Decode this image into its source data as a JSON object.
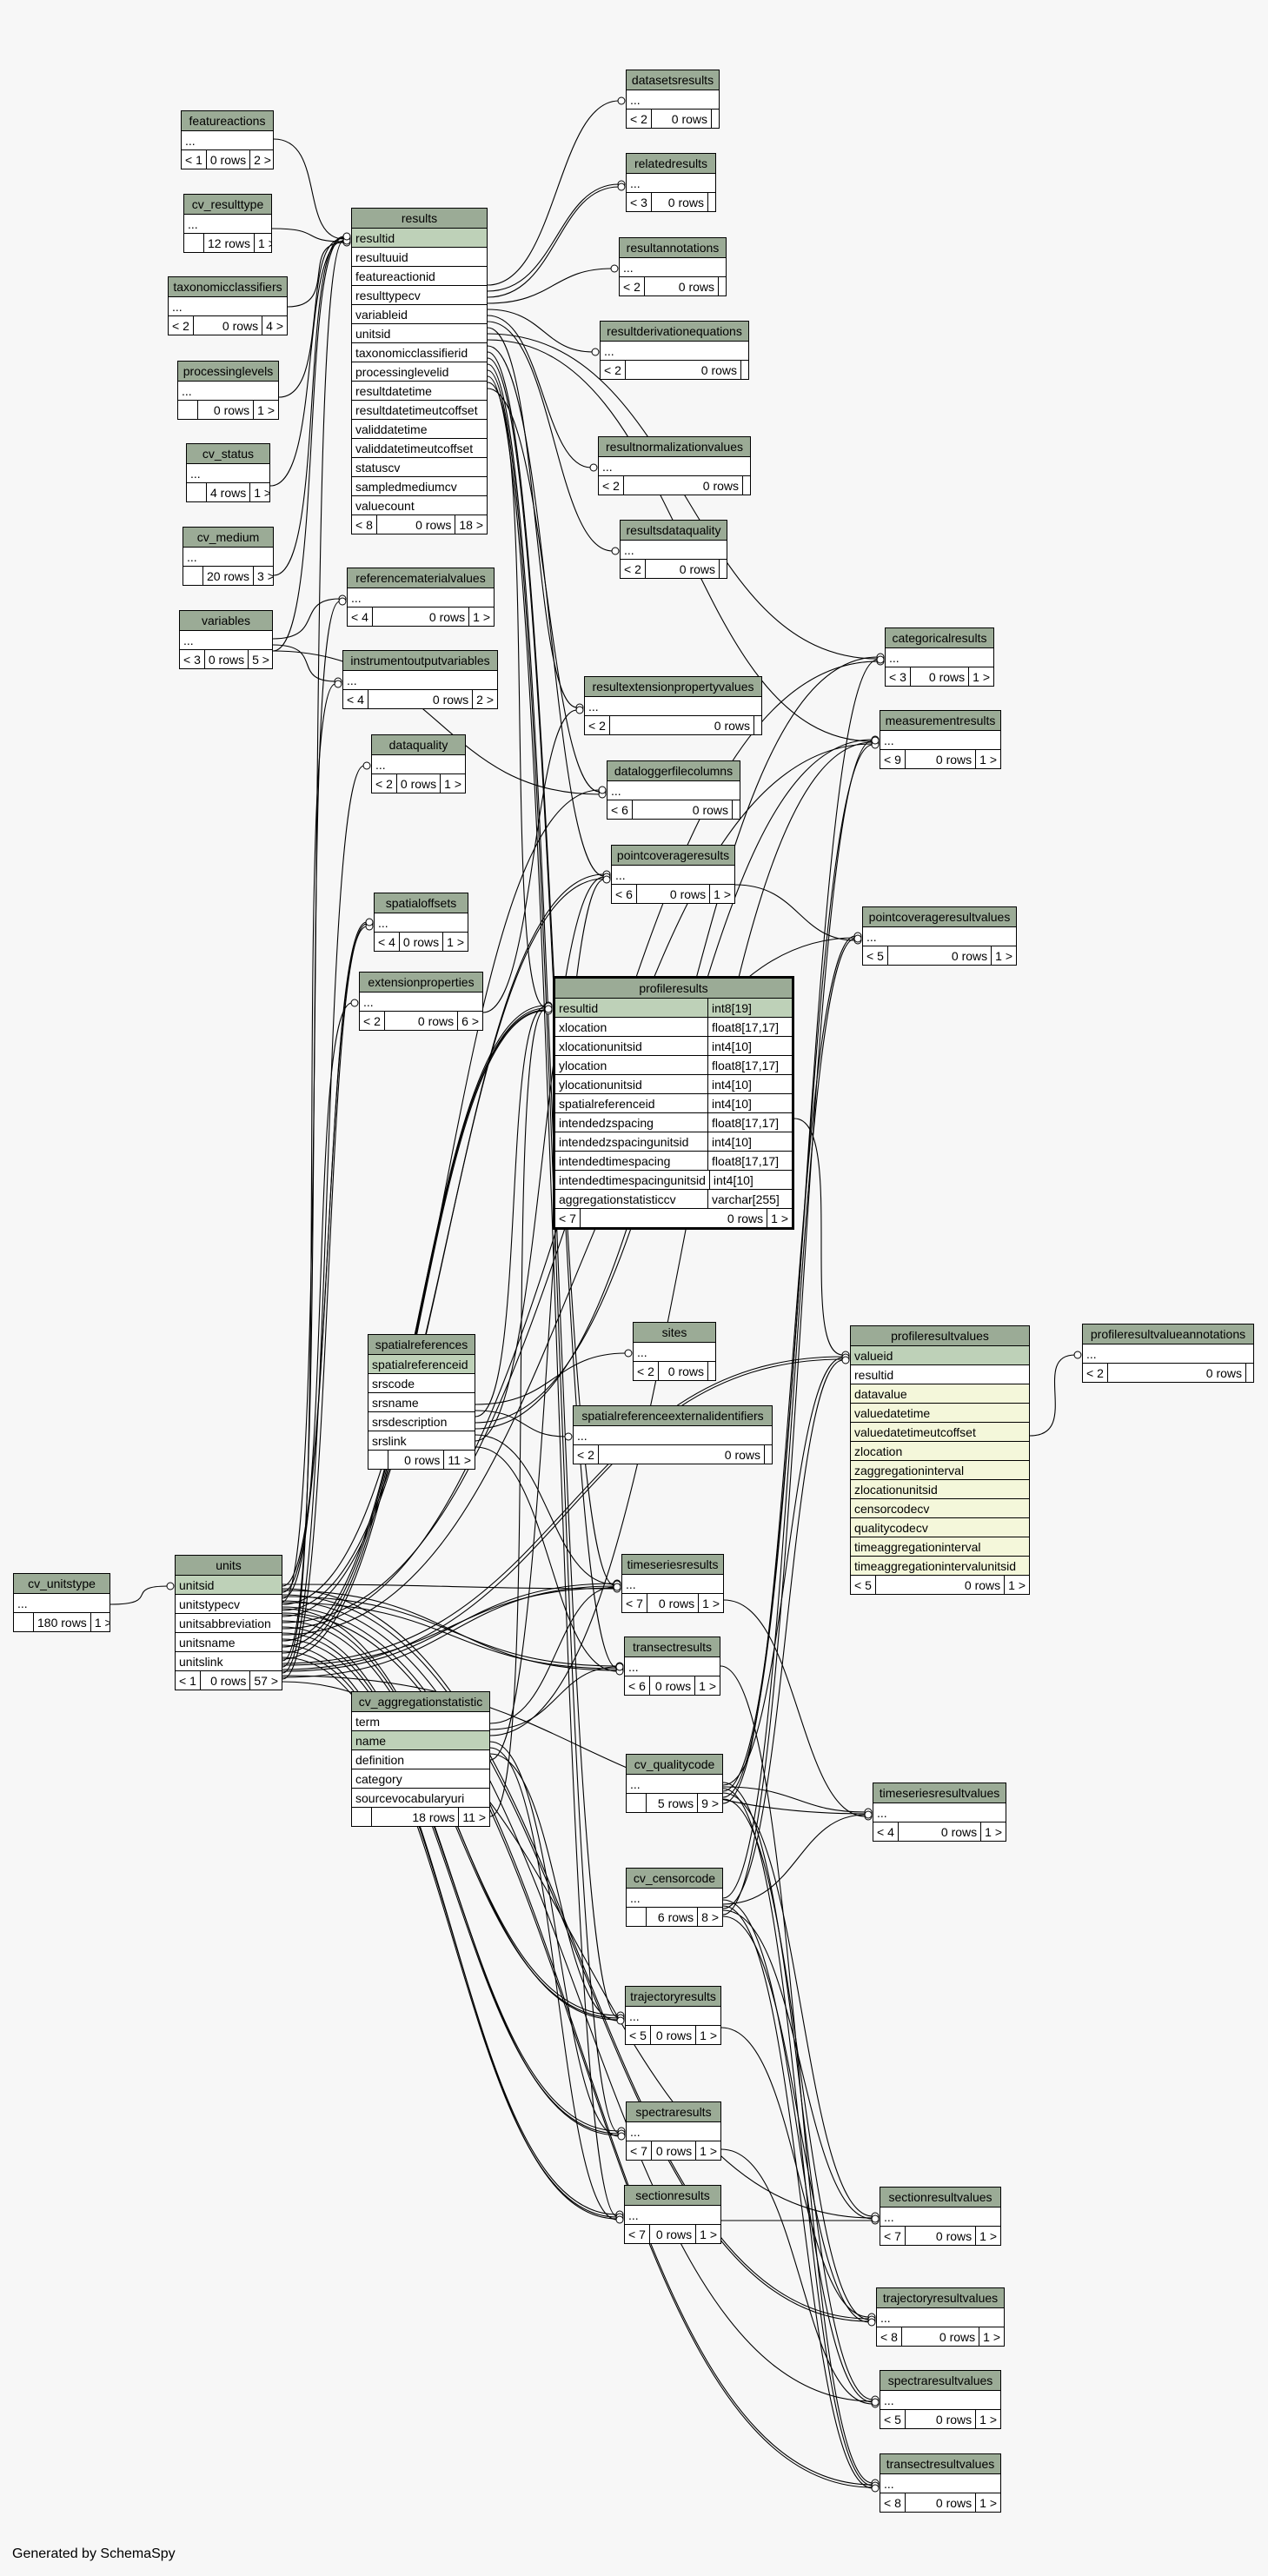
{
  "generator": "Generated by SchemaSpy",
  "tables": [
    {
      "id": "featureactions",
      "name": "featureactions",
      "rows": [
        "..."
      ],
      "footer": [
        "< 1",
        "0 rows",
        "2 >"
      ]
    },
    {
      "id": "cv_resulttype",
      "name": "cv_resulttype",
      "rows": [
        "..."
      ],
      "footer": [
        "",
        "12 rows",
        "1 >"
      ]
    },
    {
      "id": "taxonomicclassifiers",
      "name": "taxonomicclassifiers",
      "rows": [
        "..."
      ],
      "footer": [
        "< 2",
        "0 rows",
        "4 >"
      ]
    },
    {
      "id": "processinglevels",
      "name": "processinglevels",
      "rows": [
        "..."
      ],
      "footer": [
        "",
        "0 rows",
        "1 >"
      ]
    },
    {
      "id": "cv_status",
      "name": "cv_status",
      "rows": [
        "..."
      ],
      "footer": [
        "",
        "4 rows",
        "1 >"
      ]
    },
    {
      "id": "cv_medium",
      "name": "cv_medium",
      "rows": [
        "..."
      ],
      "footer": [
        "",
        "20 rows",
        "3 >"
      ]
    },
    {
      "id": "variables",
      "name": "variables",
      "rows": [
        "..."
      ],
      "footer": [
        "< 3",
        "0 rows",
        "5 >"
      ]
    },
    {
      "id": "results",
      "name": "results",
      "pk": "resultid",
      "rows": [
        "resultuuid",
        "featureactionid",
        "resulttypecv",
        "variableid",
        "unitsid",
        "taxonomicclassifierid",
        "processinglevelid",
        "resultdatetime",
        "resultdatetimeutcoffset",
        "validdatetime",
        "validdatetimeutcoffset",
        "statuscv",
        "sampledmediumcv",
        "valuecount"
      ],
      "footer": [
        "< 8",
        "0 rows",
        "18 >"
      ]
    },
    {
      "id": "referencematerialvalues",
      "name": "referencematerialvalues",
      "rows": [
        "..."
      ],
      "footer": [
        "< 4",
        "0 rows",
        "1 >"
      ]
    },
    {
      "id": "instrumentoutputvariables",
      "name": "instrumentoutputvariables",
      "rows": [
        "..."
      ],
      "footer": [
        "< 4",
        "0 rows",
        "2 >"
      ]
    },
    {
      "id": "dataquality",
      "name": "dataquality",
      "rows": [
        "..."
      ],
      "footer": [
        "< 2",
        "0 rows",
        "1 >"
      ]
    },
    {
      "id": "spatialoffsets",
      "name": "spatialoffsets",
      "rows": [
        "..."
      ],
      "footer": [
        "< 4",
        "0 rows",
        "1 >"
      ]
    },
    {
      "id": "extensionproperties",
      "name": "extensionproperties",
      "rows": [
        "..."
      ],
      "footer": [
        "< 2",
        "0 rows",
        "6 >"
      ]
    },
    {
      "id": "datasetsresults",
      "name": "datasetsresults",
      "rows": [
        "..."
      ],
      "footer": [
        "< 2",
        "0 rows",
        ""
      ]
    },
    {
      "id": "relatedresults",
      "name": "relatedresults",
      "rows": [
        "..."
      ],
      "footer": [
        "< 3",
        "0 rows",
        ""
      ]
    },
    {
      "id": "resultannotations",
      "name": "resultannotations",
      "rows": [
        "..."
      ],
      "footer": [
        "< 2",
        "0 rows",
        ""
      ]
    },
    {
      "id": "resultderivationequations",
      "name": "resultderivationequations",
      "rows": [
        "..."
      ],
      "footer": [
        "< 2",
        "0 rows",
        ""
      ]
    },
    {
      "id": "resultnormalizationvalues",
      "name": "resultnormalizationvalues",
      "rows": [
        "..."
      ],
      "footer": [
        "< 2",
        "0 rows",
        ""
      ]
    },
    {
      "id": "resultsdataquality",
      "name": "resultsdataquality",
      "rows": [
        "..."
      ],
      "footer": [
        "< 2",
        "0 rows",
        ""
      ]
    },
    {
      "id": "resultextensionpropertyvalues",
      "name": "resultextensionpropertyvalues",
      "rows": [
        "..."
      ],
      "footer": [
        "< 2",
        "0 rows",
        ""
      ]
    },
    {
      "id": "dataloggerfilecolumns",
      "name": "dataloggerfilecolumns",
      "rows": [
        "..."
      ],
      "footer": [
        "< 6",
        "0 rows",
        ""
      ]
    },
    {
      "id": "pointcoverageresults",
      "name": "pointcoverageresults",
      "rows": [
        "..."
      ],
      "footer": [
        "< 6",
        "0 rows",
        "1 >"
      ]
    },
    {
      "id": "categoricalresults",
      "name": "categoricalresults",
      "rows": [
        "..."
      ],
      "footer": [
        "< 3",
        "0 rows",
        "1 >"
      ]
    },
    {
      "id": "measurementresults",
      "name": "measurementresults",
      "rows": [
        "..."
      ],
      "footer": [
        "< 9",
        "0 rows",
        "1 >"
      ]
    },
    {
      "id": "pointcoverageresultvalues",
      "name": "pointcoverageresultvalues",
      "rows": [
        "..."
      ],
      "footer": [
        "< 5",
        "0 rows",
        "1 >"
      ]
    },
    {
      "id": "profileresults",
      "name": "profileresults",
      "pk": "resultid",
      "pktype": "int8[19]",
      "cols": [
        [
          "xlocation",
          "float8[17,17]"
        ],
        [
          "xlocationunitsid",
          "int4[10]"
        ],
        [
          "ylocation",
          "float8[17,17]"
        ],
        [
          "ylocationunitsid",
          "int4[10]"
        ],
        [
          "spatialreferenceid",
          "int4[10]"
        ],
        [
          "intendedzspacing",
          "float8[17,17]"
        ],
        [
          "intendedzspacingunitsid",
          "int4[10]"
        ],
        [
          "intendedtimespacing",
          "float8[17,17]"
        ],
        [
          "intendedtimespacingunitsid",
          "int4[10]"
        ],
        [
          "aggregationstatisticcv",
          "varchar[255]"
        ]
      ],
      "footer": [
        "< 7",
        "0 rows",
        "1 >"
      ]
    },
    {
      "id": "spatialreferences",
      "name": "spatialreferences",
      "pk": "spatialreferenceid",
      "rows": [
        "srscode",
        "srsname",
        "srsdescription",
        "srslink"
      ],
      "footer": [
        "",
        "0 rows",
        "11 >"
      ]
    },
    {
      "id": "sites",
      "name": "sites",
      "rows": [
        "..."
      ],
      "footer": [
        "< 2",
        "0 rows",
        ""
      ]
    },
    {
      "id": "spatialreferenceexternalidentifiers",
      "name": "spatialreferenceexternalidentifiers",
      "rows": [
        "..."
      ],
      "footer": [
        "< 2",
        "0 rows",
        ""
      ]
    },
    {
      "id": "profileresultvalues",
      "name": "profileresultvalues",
      "pk": "valueid",
      "rows": [
        "resultid",
        "datavalue",
        "valuedatetime",
        "valuedatetimeutcoffset",
        "zlocation",
        "zaggregationinterval",
        "zlocationunitsid",
        "censorcodecv",
        "qualitycodecv",
        "timeaggregationinterval",
        "timeaggregationintervalunitsid"
      ],
      "footer": [
        "< 5",
        "0 rows",
        "1 >"
      ]
    },
    {
      "id": "profileresultvalueannotations",
      "name": "profileresultvalueannotations",
      "rows": [
        "..."
      ],
      "footer": [
        "< 2",
        "0 rows",
        ""
      ]
    },
    {
      "id": "cv_unitstype",
      "name": "cv_unitstype",
      "rows": [
        "..."
      ],
      "footer": [
        "",
        "180 rows",
        "1 >"
      ]
    },
    {
      "id": "units",
      "name": "units",
      "pk": "unitsid",
      "rows": [
        "unitstypecv",
        "unitsabbreviation",
        "unitsname",
        "unitslink"
      ],
      "footer": [
        "< 1",
        "0 rows",
        "57 >"
      ]
    },
    {
      "id": "cv_aggregationstatistic",
      "name": "cv_aggregationstatistic",
      "rows0": [
        "term"
      ],
      "pk": "name",
      "rows": [
        "definition",
        "category",
        "sourcevocabularyuri"
      ],
      "footer": [
        "",
        "18 rows",
        "11 >"
      ]
    },
    {
      "id": "timeseriesresults",
      "name": "timeseriesresults",
      "rows": [
        "..."
      ],
      "footer": [
        "< 7",
        "0 rows",
        "1 >"
      ]
    },
    {
      "id": "transectresults",
      "name": "transectresults",
      "rows": [
        "..."
      ],
      "footer": [
        "< 6",
        "0 rows",
        "1 >"
      ]
    },
    {
      "id": "cv_qualitycode",
      "name": "cv_qualitycode",
      "rows": [
        "..."
      ],
      "footer": [
        "",
        "5 rows",
        "9 >"
      ]
    },
    {
      "id": "timeseriesresultvalues",
      "name": "timeseriesresultvalues",
      "rows": [
        "..."
      ],
      "footer": [
        "< 4",
        "0 rows",
        "1 >"
      ]
    },
    {
      "id": "cv_censorcode",
      "name": "cv_censorcode",
      "rows": [
        "..."
      ],
      "footer": [
        "",
        "6 rows",
        "8 >"
      ]
    },
    {
      "id": "trajectoryresults",
      "name": "trajectoryresults",
      "rows": [
        "..."
      ],
      "footer": [
        "< 5",
        "0 rows",
        "1 >"
      ]
    },
    {
      "id": "spectraresults",
      "name": "spectraresults",
      "rows": [
        "..."
      ],
      "footer": [
        "< 7",
        "0 rows",
        "1 >"
      ]
    },
    {
      "id": "sectionresults",
      "name": "sectionresults",
      "rows": [
        "..."
      ],
      "footer": [
        "< 7",
        "0 rows",
        "1 >"
      ]
    },
    {
      "id": "sectionresultvalues",
      "name": "sectionresultvalues",
      "rows": [
        "..."
      ],
      "footer": [
        "< 7",
        "0 rows",
        "1 >"
      ]
    },
    {
      "id": "trajectoryresultvalues",
      "name": "trajectoryresultvalues",
      "rows": [
        "..."
      ],
      "footer": [
        "< 8",
        "0 rows",
        "1 >"
      ]
    },
    {
      "id": "spectraresultvalues",
      "name": "spectraresultvalues",
      "rows": [
        "..."
      ],
      "footer": [
        "< 5",
        "0 rows",
        "1 >"
      ]
    },
    {
      "id": "transectresultvalues",
      "name": "transectresultvalues",
      "rows": [
        "..."
      ],
      "footer": [
        "< 8",
        "0 rows",
        "1 >"
      ]
    }
  ],
  "relations": [
    [
      "featureactions",
      "results"
    ],
    [
      "cv_resulttype",
      "results"
    ],
    [
      "variables",
      "results"
    ],
    [
      "units",
      "results"
    ],
    [
      "taxonomicclassifiers",
      "results"
    ],
    [
      "processinglevels",
      "results"
    ],
    [
      "cv_status",
      "results"
    ],
    [
      "cv_medium",
      "results"
    ],
    [
      "results",
      "datasetsresults"
    ],
    [
      "results",
      "relatedresults"
    ],
    [
      "results",
      "relatedresults"
    ],
    [
      "results",
      "resultannotations"
    ],
    [
      "results",
      "resultderivationequations"
    ],
    [
      "results",
      "resultnormalizationvalues"
    ],
    [
      "results",
      "resultsdataquality"
    ],
    [
      "results",
      "resultextensionpropertyvalues"
    ],
    [
      "results",
      "categoricalresults"
    ],
    [
      "results",
      "measurementresults"
    ],
    [
      "results",
      "pointcoverageresults"
    ],
    [
      "results",
      "timeseriesresults"
    ],
    [
      "results",
      "transectresults"
    ],
    [
      "results",
      "trajectoryresults"
    ],
    [
      "results",
      "spectraresults"
    ],
    [
      "results",
      "sectionresults"
    ],
    [
      "results",
      "profileresults"
    ],
    [
      "results",
      "dataloggerfilecolumns"
    ],
    [
      "variables",
      "referencematerialvalues"
    ],
    [
      "variables",
      "instrumentoutputvariables"
    ],
    [
      "variables",
      "dataloggerfilecolumns"
    ],
    [
      "units",
      "referencematerialvalues"
    ],
    [
      "units",
      "instrumentoutputvariables"
    ],
    [
      "units",
      "dataquality"
    ],
    [
      "units",
      "spatialoffsets"
    ],
    [
      "units",
      "spatialoffsets"
    ],
    [
      "units",
      "spatialoffsets"
    ],
    [
      "units",
      "extensionproperties"
    ],
    [
      "units",
      "dataloggerfilecolumns"
    ],
    [
      "units",
      "pointcoverageresults"
    ],
    [
      "units",
      "pointcoverageresults"
    ],
    [
      "units",
      "measurementresults"
    ],
    [
      "units",
      "categoricalresults"
    ],
    [
      "units",
      "pointcoverageresultvalues"
    ],
    [
      "units",
      "profileresults"
    ],
    [
      "units",
      "profileresults"
    ],
    [
      "units",
      "profileresults"
    ],
    [
      "units",
      "profileresults"
    ],
    [
      "units",
      "timeseriesresults"
    ],
    [
      "units",
      "timeseriesresults"
    ],
    [
      "units",
      "timeseriesresults"
    ],
    [
      "units",
      "timeseriesresults"
    ],
    [
      "units",
      "transectresults"
    ],
    [
      "units",
      "transectresults"
    ],
    [
      "units",
      "transectresults"
    ],
    [
      "units",
      "trajectoryresults"
    ],
    [
      "units",
      "trajectoryresults"
    ],
    [
      "units",
      "trajectoryresults"
    ],
    [
      "units",
      "spectraresults"
    ],
    [
      "units",
      "spectraresults"
    ],
    [
      "units",
      "spectraresults"
    ],
    [
      "units",
      "sectionresults"
    ],
    [
      "units",
      "sectionresults"
    ],
    [
      "units",
      "sectionresults"
    ],
    [
      "units",
      "profileresultvalues"
    ],
    [
      "units",
      "profileresultvalues"
    ],
    [
      "units",
      "timeseriesresultvalues"
    ],
    [
      "units",
      "sectionresultvalues"
    ],
    [
      "units",
      "trajectoryresultvalues"
    ],
    [
      "units",
      "trajectoryresultvalues"
    ],
    [
      "units",
      "spectraresultvalues"
    ],
    [
      "units",
      "transectresultvalues"
    ],
    [
      "units",
      "transectresultvalues"
    ],
    [
      "cv_unitstype",
      "units"
    ],
    [
      "spatialreferences",
      "sites"
    ],
    [
      "spatialreferences",
      "spatialreferenceexternalidentifiers"
    ],
    [
      "spatialreferences",
      "profileresults"
    ],
    [
      "spatialreferences",
      "measurementresults"
    ],
    [
      "spatialreferences",
      "categoricalresults"
    ],
    [
      "spatialreferences",
      "timeseriesresults"
    ],
    [
      "spatialreferences",
      "pointcoverageresults"
    ],
    [
      "spatialreferences",
      "transectresults"
    ],
    [
      "extensionproperties",
      "resultextensionpropertyvalues"
    ],
    [
      "cv_aggregationstatistic",
      "profileresults"
    ],
    [
      "cv_aggregationstatistic",
      "timeseriesresults"
    ],
    [
      "cv_aggregationstatistic",
      "transectresults"
    ],
    [
      "cv_aggregationstatistic",
      "measurementresults"
    ],
    [
      "cv_aggregationstatistic",
      "spectraresults"
    ],
    [
      "cv_aggregationstatistic",
      "sectionresults"
    ],
    [
      "cv_aggregationstatistic",
      "trajectoryresults"
    ],
    [
      "cv_aggregationstatistic",
      "pointcoverageresults"
    ],
    [
      "profileresults",
      "profileresultvalues"
    ],
    [
      "profileresultvalues",
      "profileresultvalueannotations"
    ],
    [
      "pointcoverageresults",
      "pointcoverageresultvalues"
    ],
    [
      "timeseriesresults",
      "timeseriesresultvalues"
    ],
    [
      "transectresults",
      "transectresultvalues"
    ],
    [
      "sectionresults",
      "sectionresultvalues"
    ],
    [
      "trajectoryresults",
      "trajectoryresultvalues"
    ],
    [
      "spectraresults",
      "spectraresultvalues"
    ],
    [
      "cv_qualitycode",
      "profileresultvalues"
    ],
    [
      "cv_qualitycode",
      "measurementresults"
    ],
    [
      "cv_qualitycode",
      "categoricalresults"
    ],
    [
      "cv_qualitycode",
      "pointcoverageresultvalues"
    ],
    [
      "cv_qualitycode",
      "timeseriesresultvalues"
    ],
    [
      "cv_qualitycode",
      "sectionresultvalues"
    ],
    [
      "cv_qualitycode",
      "trajectoryresultvalues"
    ],
    [
      "cv_qualitycode",
      "spectraresultvalues"
    ],
    [
      "cv_qualitycode",
      "transectresultvalues"
    ],
    [
      "cv_censorcode",
      "profileresultvalues"
    ],
    [
      "cv_censorcode",
      "measurementresults"
    ],
    [
      "cv_censorcode",
      "pointcoverageresultvalues"
    ],
    [
      "cv_censorcode",
      "timeseriesresultvalues"
    ],
    [
      "cv_censorcode",
      "sectionresultvalues"
    ],
    [
      "cv_censorcode",
      "trajectoryresultvalues"
    ],
    [
      "cv_censorcode",
      "spectraresultvalues"
    ],
    [
      "cv_censorcode",
      "transectresultvalues"
    ]
  ]
}
